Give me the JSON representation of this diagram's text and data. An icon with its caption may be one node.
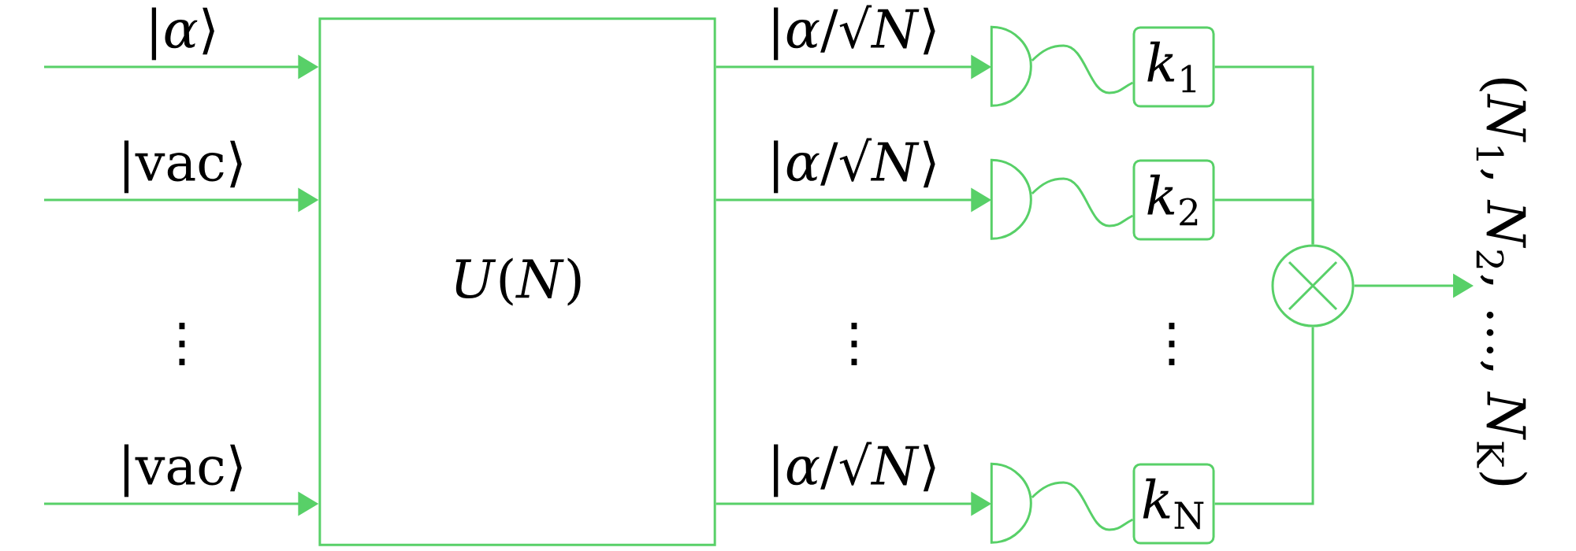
{
  "diagram": {
    "nodes": [
      {
        "text": [
          "*U*(*N*)"
        ]
      },
      {
        "text": [],
        "shape": "semicircle"
      },
      {
        "text": [
          "*k*$_{1}$"
        ]
      },
      {
        "text": [],
        "shape": "semicircle"
      },
      {
        "text": [
          "*k*$_{2}$"
        ]
      },
      {
        "text": [],
        "shape": "semicircle"
      },
      {
        "text": [
          "*k*$_{N}$"
        ]
      },
      {
        "text": [],
        "shape": "circle"
      },
      {
        "text": [
          "(*N*$_{1}$, *N*$_{2}$, …, *N*$_{K}$)"
        ]
      }
    ],
    "edges": [
      {
        "from": null,
        "to": 0,
        "arrow": "to",
        "label": "|*α*⟩"
      },
      {
        "from": null,
        "to": 0,
        "arrow": "to",
        "label": "|vac⟩"
      },
      {
        "from": null,
        "to": 0,
        "arrow": "to",
        "label": "|vac⟩"
      },
      {
        "from": 0,
        "to": 1,
        "arrow": "to",
        "label": "|*α*/√*N*⟩"
      },
      {
        "from": 1,
        "to": 2,
        "arrow": "none"
      },
      {
        "from": 2,
        "to": 7,
        "arrow": "none"
      },
      {
        "from": 0,
        "to": 3,
        "arrow": "to",
        "label": "|*α*/√*N*⟩"
      },
      {
        "from": 3,
        "to": 4,
        "arrow": "none"
      },
      {
        "from": 4,
        "to": 7,
        "arrow": "none"
      },
      {
        "from": 0,
        "to": 5,
        "arrow": "to",
        "label": "|*α*/√*N*⟩"
      },
      {
        "from": 5,
        "to": 6,
        "arrow": "none"
      },
      {
        "from": 6,
        "to": 7,
        "arrow": "none"
      },
      {
        "from": 7,
        "to": 8,
        "arrow": "to"
      }
    ],
    "labels": [
      "⋮",
      "⋮",
      "⋮"
    ]
  }
}
